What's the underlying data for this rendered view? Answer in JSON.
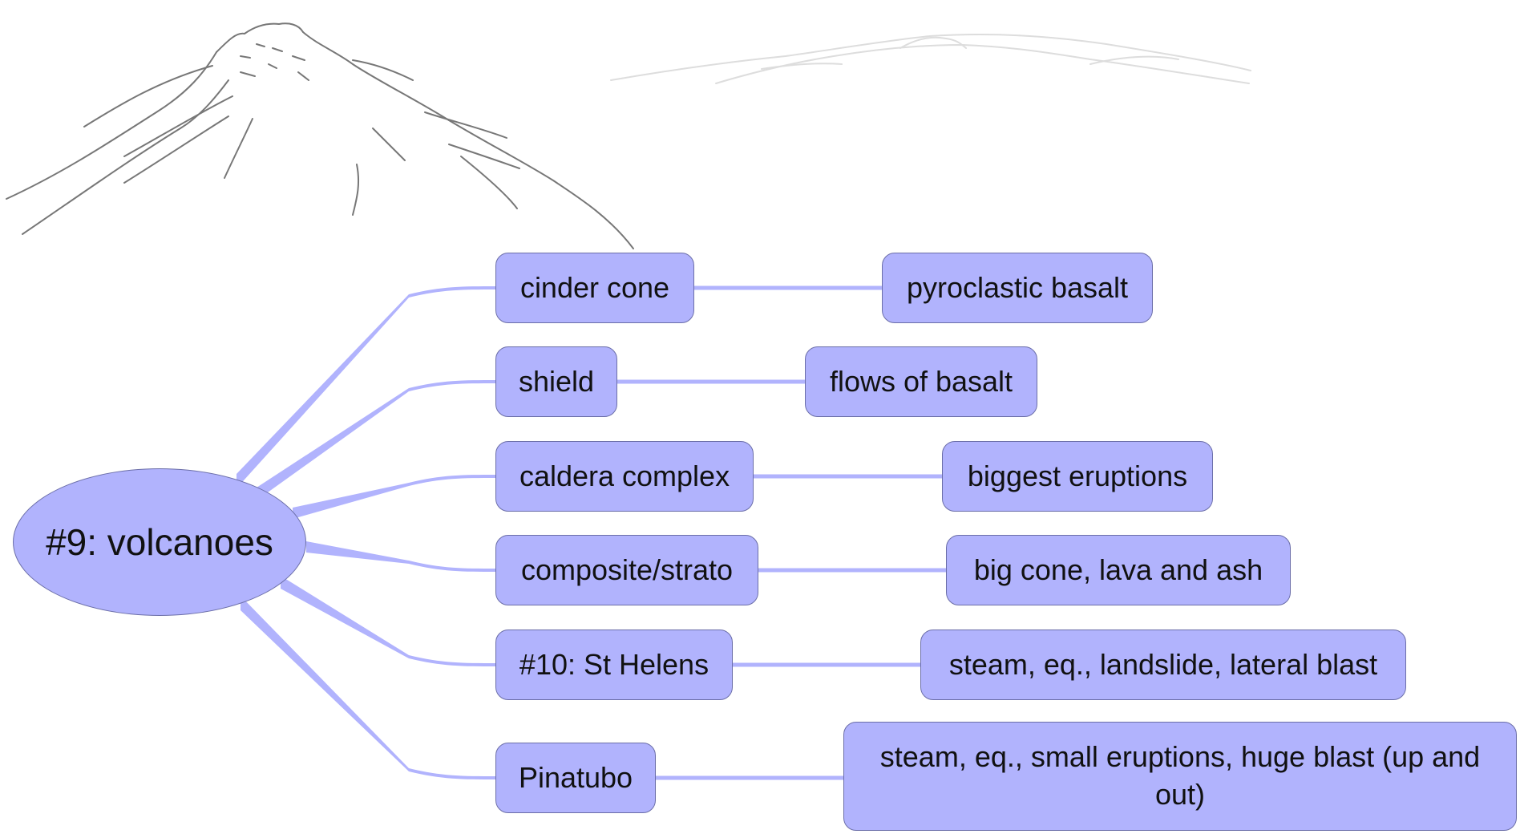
{
  "central": {
    "label": "#9: volcanoes"
  },
  "colors": {
    "node_fill": "#b1b3fd",
    "node_border": "#6b6ea8",
    "branch": "#b1b3fd",
    "sketch": "#777777"
  },
  "sketches": [
    {
      "name": "volcano-sketch",
      "stroke": "#777777"
    },
    {
      "name": "faint-mountain-sketch",
      "stroke": "#dddddd"
    }
  ],
  "branches": [
    {
      "label": "cinder cone",
      "child": "pyroclastic basalt"
    },
    {
      "label": "shield",
      "child": "flows of basalt"
    },
    {
      "label": "caldera complex",
      "child": "biggest eruptions"
    },
    {
      "label": "composite/strato",
      "child": "big cone, lava and ash"
    },
    {
      "label": "#10: St Helens",
      "child": "steam, eq., landslide, lateral blast"
    },
    {
      "label": "Pinatubo",
      "child": "steam, eq., small eruptions, huge blast (up and out)"
    }
  ]
}
